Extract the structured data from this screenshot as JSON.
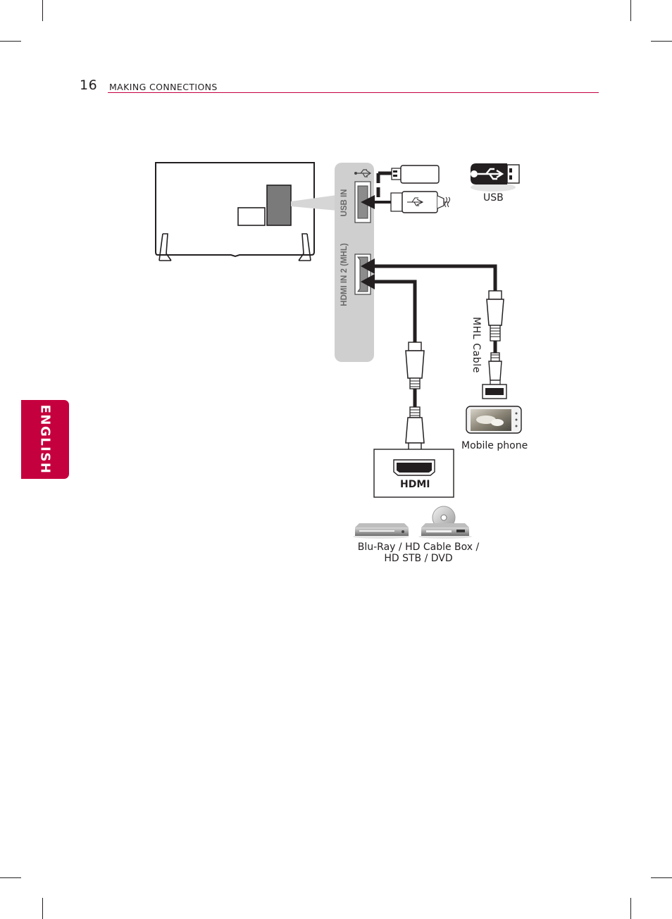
{
  "header": {
    "page_number": "16",
    "section_title": "MAKING CONNECTIONS",
    "accent_color": "#c5003e"
  },
  "sidebar_tab": {
    "label": "ENGLISH"
  },
  "diagram": {
    "port_panel": {
      "usb_port_label": "USB IN",
      "hdmi_port_label": "HDMI IN 2 (MHL)"
    },
    "usb_device_label": "USB",
    "mhl_cable_label": "MHL Cable",
    "phone_label": "Mobile phone",
    "hdmi_box_label": "HDMI",
    "devices_label": "Blu-Ray / HD Cable Box / HD STB / DVD",
    "icons": [
      "tv-back-icon",
      "usb-flash-drive-icon",
      "usb-cable-icon",
      "usb-symbol-icon",
      "hdmi-connector-icon",
      "micro-usb-connector-icon",
      "mobile-phone-icon",
      "blu-ray-player-icon",
      "dvd-player-icon"
    ]
  }
}
